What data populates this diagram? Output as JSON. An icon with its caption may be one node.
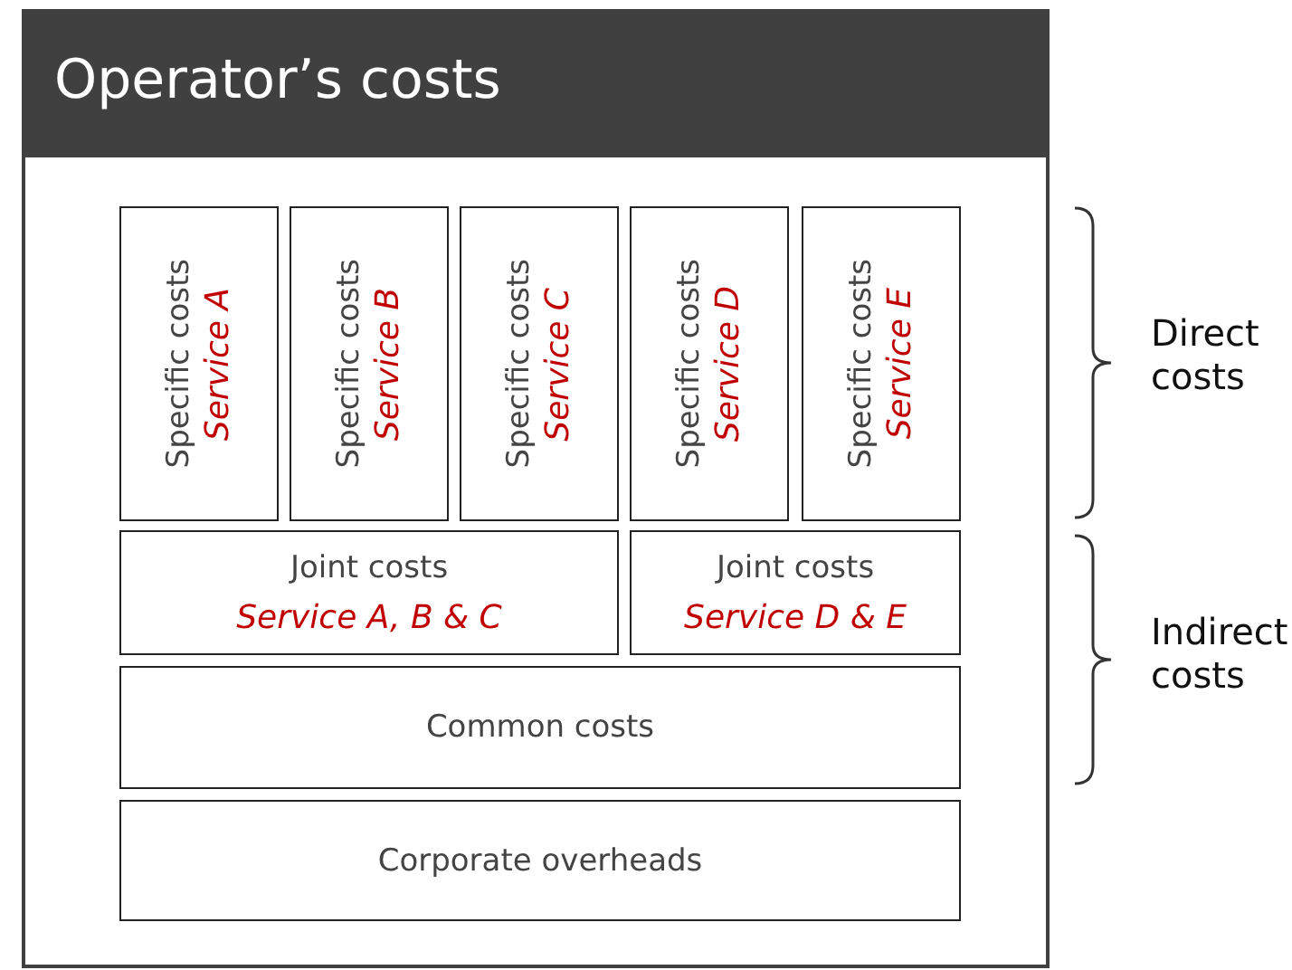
{
  "diagram": {
    "nodes": [
      {
        "text": [
          "Operator’s costs"
        ]
      },
      {
        "text": [
          "Specific costs",
          "Service A"
        ],
        "in": 0
      },
      {
        "text": [
          "Specific costs",
          "Service B"
        ],
        "in": 0
      },
      {
        "text": [
          "Specific costs",
          "Service C"
        ],
        "in": 0
      },
      {
        "text": [
          "Specific costs",
          "Service D"
        ],
        "in": 0
      },
      {
        "text": [
          "Specific costs",
          "Service E"
        ],
        "in": 0
      },
      {
        "text": [
          "Joint costs",
          "Service A, B & C"
        ],
        "in": 0
      },
      {
        "text": [
          "Joint costs",
          "Service D & E"
        ],
        "in": 0
      },
      {
        "text": [
          "Common costs"
        ],
        "in": 0
      },
      {
        "text": [
          "Corporate overheads"
        ],
        "in": 0
      }
    ],
    "edges": [],
    "labels": [
      "Direct costs",
      "Indirect costs"
    ]
  }
}
